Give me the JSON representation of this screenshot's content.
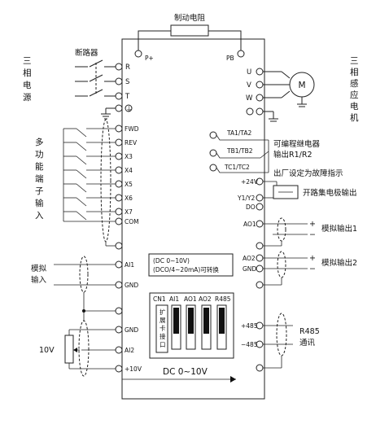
{
  "top": {
    "brake_resistor": "制动电阻",
    "p_plus": "P+",
    "pb": "PB"
  },
  "left": {
    "three_phase_power": [
      "三",
      "相",
      "电",
      "源"
    ],
    "breaker": "断路器",
    "multi_function_input": [
      "多",
      "功",
      "能",
      "端",
      "子",
      "输",
      "入"
    ],
    "analog_input": [
      "模拟",
      "输入"
    ],
    "ten_volt": "10V"
  },
  "terminals": {
    "inputs": [
      "R",
      "S",
      "T"
    ],
    "outputs": [
      "U",
      "V",
      "W"
    ],
    "digital": [
      "FWD",
      "REV",
      "X3",
      "X4",
      "X5",
      "X6",
      "X7",
      "COM"
    ],
    "analog_left": [
      "AI1",
      "GND",
      "GND",
      "AI2",
      "+10V"
    ],
    "relay": [
      "TA1/TA2",
      "TB1/TB2",
      "TC1/TC2"
    ],
    "right_mid": [
      "+24V",
      "Y1/Y2",
      "DO",
      "AO1",
      "AO2",
      "GND"
    ],
    "comm": [
      "+485",
      "−485"
    ]
  },
  "right": {
    "three_phase_motor": [
      "三",
      "相",
      "感",
      "应",
      "电",
      "机"
    ],
    "motor_symbol": "M",
    "relay_label": [
      "可编程继电器",
      "输出R1/R2"
    ],
    "fault_label": "出厂设定为故障指示",
    "open_collector": "开路集电极输出",
    "analog_out1": "模拟输出1",
    "analog_out2": "模拟输出2",
    "plus": "+",
    "minus": "−",
    "rs485": [
      "R485",
      "通讯"
    ]
  },
  "center": {
    "dc_note": [
      "(DC 0~10V)",
      "(DCO/4~20mA)可转换"
    ],
    "jumper_labels": [
      "CN1",
      "AI1",
      "AO1",
      "AO2",
      "R485"
    ],
    "expansion": [
      "扩",
      "展",
      "卡",
      "接",
      "口"
    ],
    "dc_bottom": "DC 0~10V"
  }
}
